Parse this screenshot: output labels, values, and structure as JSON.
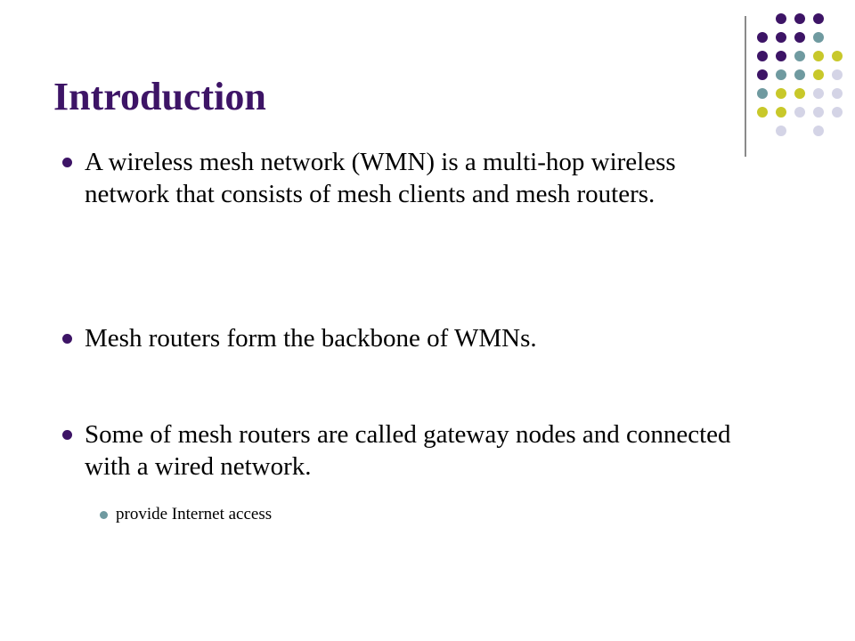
{
  "slide": {
    "title": "Introduction",
    "bullets": [
      {
        "text": "A wireless mesh network (WMN) is a multi-hop wireless network that consists of mesh clients and mesh routers."
      },
      {
        "text": "Mesh routers form the backbone of WMNs."
      },
      {
        "text": "Some of mesh routers are called gateway nodes and connected with a wired network."
      }
    ],
    "sub_bullets": [
      {
        "text": "provide Internet access"
      }
    ]
  },
  "colors": {
    "title": "#3d1466",
    "bullet_marker": "#3d1466",
    "sub_bullet_marker": "#6f9aa0",
    "dot_purple": "#3d1466",
    "dot_teal": "#6f9aa0",
    "dot_olive": "#c8c82a",
    "dot_lavender": "#d4d4e6",
    "divider": "#8a8a8a"
  },
  "decoration": {
    "name": "dot-grid-ornament"
  }
}
